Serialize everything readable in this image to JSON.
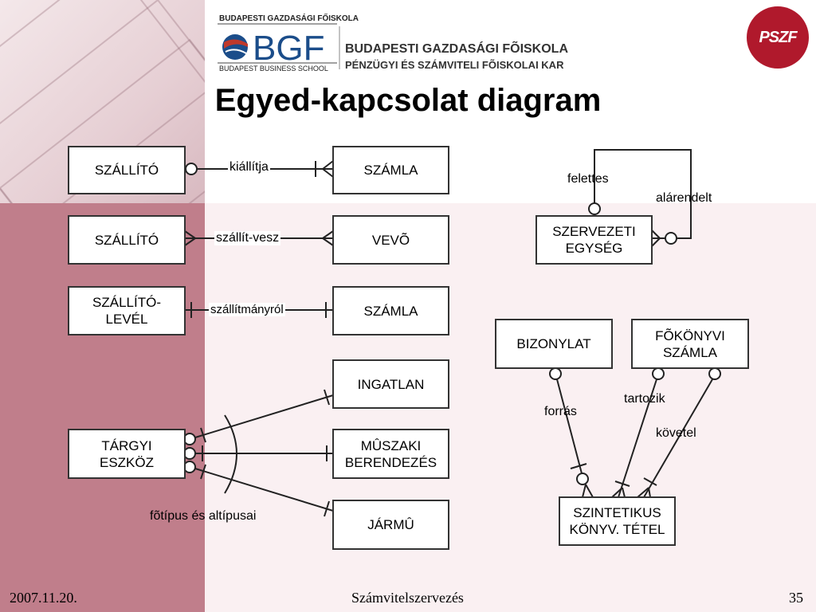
{
  "header": {
    "school_top": "BUDAPESTI GAZDASÁGI FŐISKOLA",
    "school_abbr": "BGF",
    "school_bottom": "BUDAPEST BUSINESS SCHOOL",
    "school_name_1": "BUDAPESTI GAZDASÁGI FÕISKOLA",
    "school_name_2": "PÉNZÜGYI ÉS SZÁMVITELI FÕISKOLAI KAR",
    "pszf_logo": "PSZF"
  },
  "title": "Egyed-kapcsolat diagram",
  "entities": {
    "szallito1": "SZÁLLÍTÓ",
    "szamla1": "SZÁMLA",
    "szallito2": "SZÁLLÍTÓ",
    "vevo": "VEVÕ",
    "szallitolevel": "SZÁLLÍTÓ-\nLEVÉL",
    "szamla2": "SZÁMLA",
    "ingatlan": "INGATLAN",
    "targyi": "TÁRGYI\nESZKÖZ",
    "muszaki": "MÛSZAKI\nBERENDEZÉS",
    "jarmu": "JÁRMÛ",
    "szervezeti": "SZERVEZETI\nEGYSÉG",
    "bizonylat": "BIZONYLAT",
    "fokonyvi": "FÕKÖNYVI\nSZÁMLA",
    "szintetikus": "SZINTETIKUS\nKÖNYV. TÉTEL"
  },
  "relationships": {
    "kiallitja": "kiállítja",
    "szallit_vesz": "szállít-vesz",
    "szallitmanyrol": "szállítmányról",
    "fotipus": "fõtípus és altípusai",
    "felettes": "felettes",
    "alarendelt": "alárendelt",
    "forras": "forrás",
    "tartozik": "tartozik",
    "kovetel": "követel"
  },
  "footer": {
    "date": "2007.11.20.",
    "course": "Számvitelszervezés",
    "page": "35"
  }
}
